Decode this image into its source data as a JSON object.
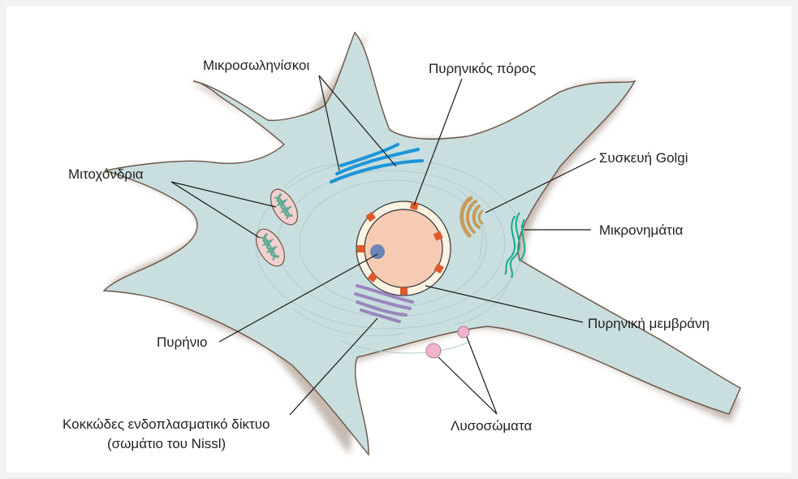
{
  "labels": {
    "microtubules": "Μικροσωληνίσκοι",
    "nuclear_pore": "Πυρηνικός πόρος",
    "mitochondria": "Μιτοχόνδρια",
    "golgi": "Συσκευή Golgi",
    "microfilaments": "Μικρονημάτια",
    "nucleolus": "Πυρήνιο",
    "nuclear_membrane": "Πυρηνική μεμβράνη",
    "rough_er_line1": "Κοκκώδες ενδοπλασματικό δίκτυο",
    "rough_er_line2": "(σωμάτιο του Nissl)",
    "lysosomes": "Λυσοσώματα"
  },
  "colors": {
    "cytoplasm": "#c9dede",
    "membrane_outline": "#6b5545",
    "membrane_shadow": "#b7a89d",
    "nucleus": "#f5ccb3",
    "nuclear_envelope": "#fbf3e2",
    "nuclear_pore": "#e0582b",
    "nucleolus": "#6c84b7",
    "mitochondria_fill": "#f3d0cf",
    "mitochondria_cristae": "#5cab92",
    "microtubules": "#1c95d8",
    "golgi": "#c79b59",
    "microfilaments": "#17a88c",
    "rough_er": "#9986bd",
    "lysosome": "#f2b3cf",
    "leader_line": "#1a1a1a"
  }
}
